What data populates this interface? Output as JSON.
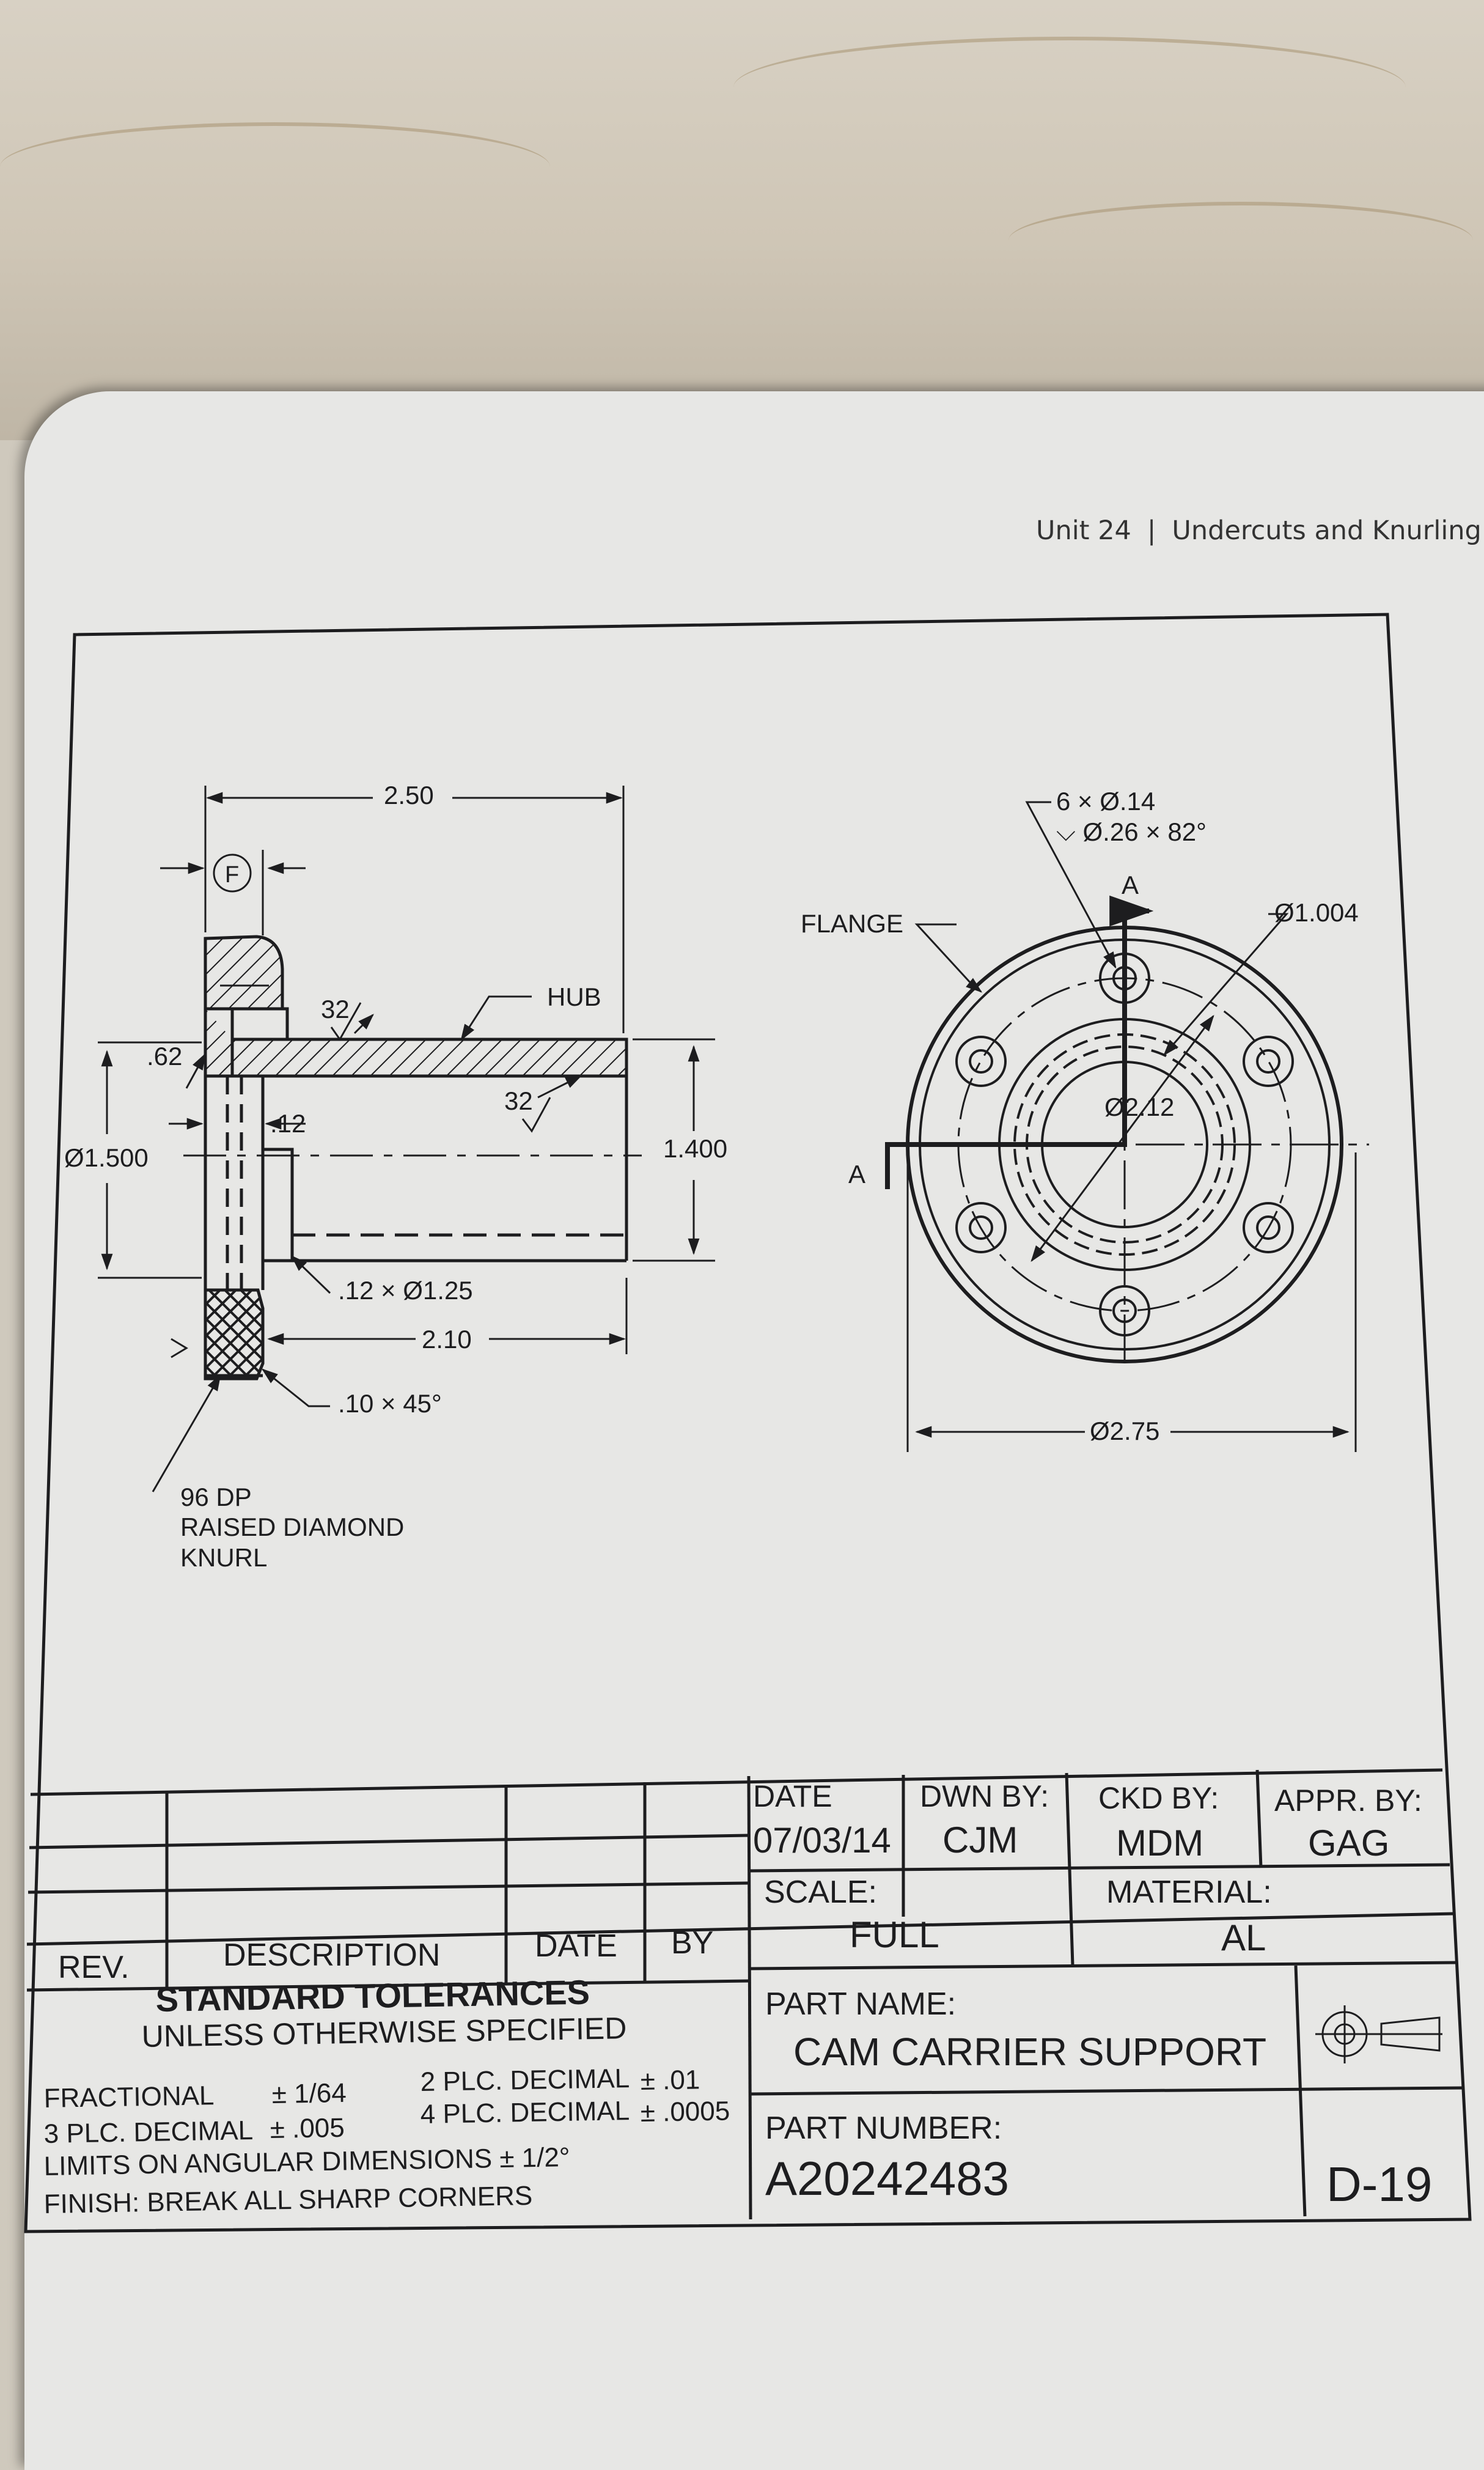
{
  "page_header": {
    "unit": "Unit 24",
    "separator": "|",
    "chapter": "Undercuts and Knurling"
  },
  "section_view": {
    "overall_length": "2.50",
    "flange_datum": "F",
    "hub_label": "HUB",
    "surface_finish_1": "32",
    "surface_finish_2": "32",
    "flange_chamfer": ".62",
    "undercut_width": ".12",
    "diameter_flange": "Ø1.500",
    "bore_diameter": "1.400",
    "undercut_callout": ".12 × Ø1.25",
    "hub_length": "2.10",
    "chamfer_callout": ".10 × 45°",
    "knurl_note": [
      "96 DP",
      "RAISED DIAMOND",
      "KNURL"
    ]
  },
  "end_view": {
    "hole_callout_1": "6 × Ø.14",
    "hole_callout_2": "⌵ Ø.26 × 82°",
    "section_mark": "A",
    "flange_label": "FLANGE",
    "bore_dia": "Ø1.004",
    "bolt_circle": "Ø2.12",
    "outer_dia": "Ø2.75"
  },
  "title_block": {
    "rev_header": "REV.",
    "description_header": "DESCRIPTION",
    "date_header": "DATE",
    "by_header": "BY",
    "date_label": "DATE",
    "date_value": "07/03/14",
    "dwn_label": "DWN BY:",
    "dwn_value": "CJM",
    "ckd_label": "CKD BY:",
    "ckd_value": "MDM",
    "appr_label": "APPR. BY:",
    "appr_value": "GAG",
    "scale_label": "SCALE:",
    "scale_value": "FULL",
    "material_label": "MATERIAL:",
    "material_value": "AL",
    "tolerances_title": "STANDARD TOLERANCES",
    "tolerances_subtitle": "UNLESS OTHERWISE SPECIFIED",
    "fractional_label": "FRACTIONAL",
    "fractional_value": "± 1/64",
    "two_plc_label": "2 PLC. DECIMAL",
    "two_plc_value": "± .01",
    "three_plc_label": "3 PLC. DECIMAL",
    "three_plc_value": "± .005",
    "four_plc_label": "4 PLC. DECIMAL",
    "four_plc_value": "± .0005",
    "angular_note": "LIMITS ON ANGULAR DIMENSIONS  ±  1/2°",
    "finish_note": "FINISH: BREAK ALL SHARP CORNERS",
    "part_name_label": "PART NAME:",
    "part_name_value": "CAM CARRIER SUPPORT",
    "part_number_label": "PART NUMBER:",
    "part_number_value": "A20242483",
    "sheet_id": "D-19"
  }
}
